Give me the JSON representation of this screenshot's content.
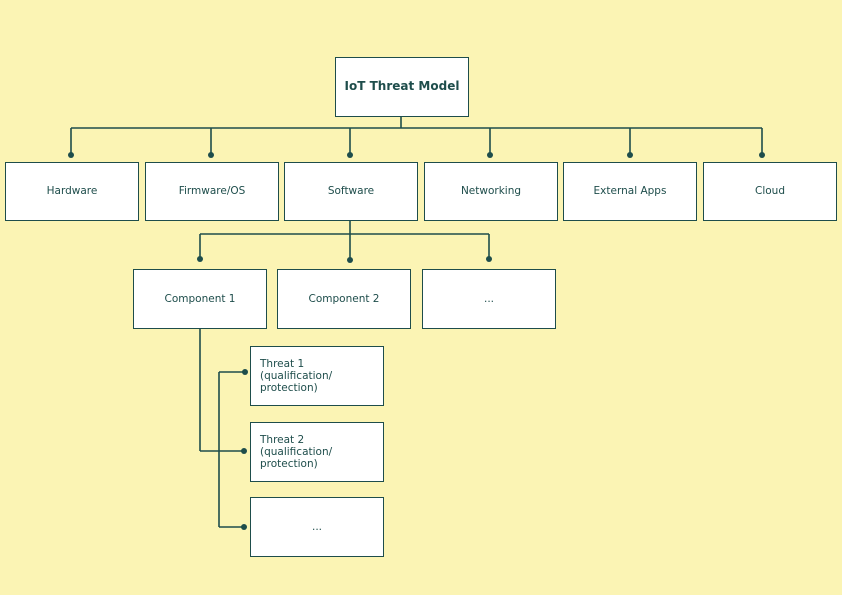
{
  "title": "IoT Threat Model",
  "categories": [
    "Hardware",
    "Firmware/OS",
    "Software",
    "Networking",
    "External Apps",
    "Cloud"
  ],
  "components": [
    "Component 1",
    "Component 2",
    "..."
  ],
  "threats": [
    "Threat 1 (qualification/ protection)",
    "Threat 2 (qualification/ protection)",
    "..."
  ],
  "colors": {
    "background": "#fbf4b4",
    "box_fill": "#ffffff",
    "line": "#1e4d4b",
    "text": "#1e4d4b"
  }
}
